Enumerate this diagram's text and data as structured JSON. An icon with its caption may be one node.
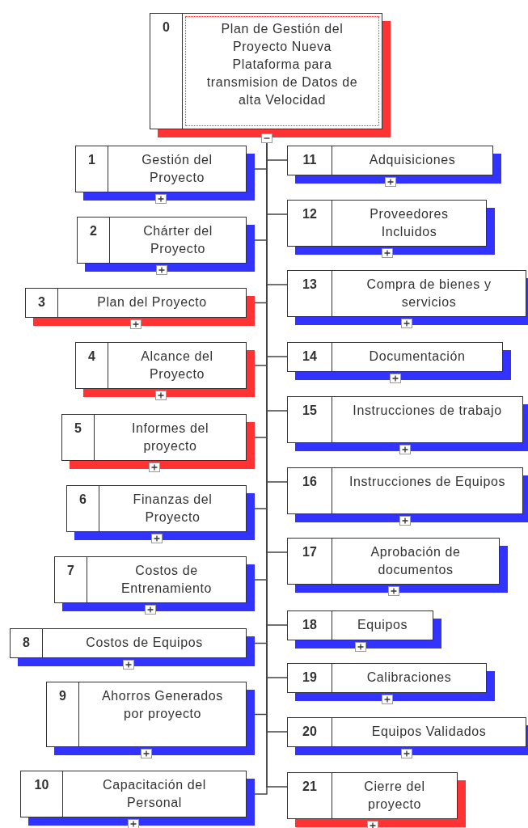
{
  "diagram": {
    "nodes": [
      {
        "text": [
          "0",
          "Plan de Gestión del Proyecto Nueva Plataforma para transmision de Datos de alta Velocidad"
        ]
      },
      {
        "text": [
          "1",
          "Gestión del Proyecto"
        ]
      },
      {
        "text": [
          "2",
          "Chárter del Proyecto"
        ]
      },
      {
        "text": [
          "3",
          "Plan del Proyecto"
        ]
      },
      {
        "text": [
          "4",
          "Alcance del Proyecto"
        ]
      },
      {
        "text": [
          "5",
          "Informes del proyecto"
        ]
      },
      {
        "text": [
          "6",
          "Finanzas del Proyecto"
        ]
      },
      {
        "text": [
          "7",
          "Costos de Entrenamiento"
        ]
      },
      {
        "text": [
          "8",
          "Costos de Equipos"
        ]
      },
      {
        "text": [
          "9",
          "Ahorros Generados por proyecto"
        ]
      },
      {
        "text": [
          "10",
          "Capacitación del Personal"
        ]
      },
      {
        "text": [
          "11",
          "Adquisiciones"
        ]
      },
      {
        "text": [
          "12",
          "Proveedores Incluidos"
        ]
      },
      {
        "text": [
          "13",
          "Compra de bienes y servicios"
        ]
      },
      {
        "text": [
          "14",
          "Documentación"
        ]
      },
      {
        "text": [
          "15",
          "Instrucciones de trabajo"
        ]
      },
      {
        "text": [
          "16",
          "Instrucciones de Equipos"
        ]
      },
      {
        "text": [
          "17",
          "Aprobación de documentos"
        ]
      },
      {
        "text": [
          "18",
          "Equipos"
        ]
      },
      {
        "text": [
          "19",
          "Calibraciones"
        ]
      },
      {
        "text": [
          "20",
          "Equipos Validados"
        ]
      },
      {
        "text": [
          "21",
          "Cierre del proyecto"
        ]
      }
    ],
    "edges": [
      {
        "from": 0,
        "to": 1,
        "arrow": "none"
      },
      {
        "from": 0,
        "to": 2,
        "arrow": "none"
      },
      {
        "from": 0,
        "to": 3,
        "arrow": "none"
      },
      {
        "from": 0,
        "to": 4,
        "arrow": "none"
      },
      {
        "from": 0,
        "to": 5,
        "arrow": "none"
      },
      {
        "from": 0,
        "to": 6,
        "arrow": "none"
      },
      {
        "from": 0,
        "to": 7,
        "arrow": "none"
      },
      {
        "from": 0,
        "to": 8,
        "arrow": "none"
      },
      {
        "from": 0,
        "to": 9,
        "arrow": "none"
      },
      {
        "from": 0,
        "to": 10,
        "arrow": "none"
      },
      {
        "from": 0,
        "to": 11,
        "arrow": "none"
      },
      {
        "from": 0,
        "to": 12,
        "arrow": "none"
      },
      {
        "from": 0,
        "to": 13,
        "arrow": "none"
      },
      {
        "from": 0,
        "to": 14,
        "arrow": "none"
      },
      {
        "from": 0,
        "to": 15,
        "arrow": "none"
      },
      {
        "from": 0,
        "to": 16,
        "arrow": "none"
      },
      {
        "from": 0,
        "to": 17,
        "arrow": "none"
      },
      {
        "from": 0,
        "to": 18,
        "arrow": "none"
      },
      {
        "from": 0,
        "to": 19,
        "arrow": "none"
      },
      {
        "from": 0,
        "to": 20,
        "arrow": "none"
      },
      {
        "from": 0,
        "to": 21,
        "arrow": "none"
      }
    ]
  }
}
